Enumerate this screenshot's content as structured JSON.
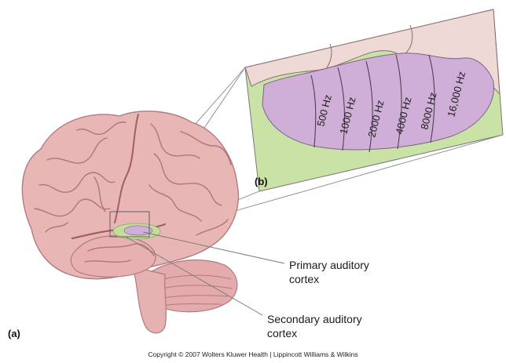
{
  "panel_a_label": "(a)",
  "panel_b_label": "(b)",
  "frequencies": [
    "500 Hz",
    "1000 Hz",
    "2000 Hz",
    "4000 Hz",
    "8000 Hz",
    "16,000 Hz"
  ],
  "labels": {
    "primary_line1": "Primary auditory",
    "primary_line2": "cortex",
    "secondary_line1": "Secondary auditory",
    "secondary_line2": "cortex"
  },
  "copyright": "Copyright © 2007 Wolters Kluwer Health | Lippincott Williams & Wilkins",
  "colors": {
    "brain": "#e9b6b6",
    "brain_shadow": "#d59a9f",
    "primary_cortex": "#cfaed8",
    "secondary_cortex": "#c4dd9c",
    "overlying_tissue": "#efd9d6"
  }
}
